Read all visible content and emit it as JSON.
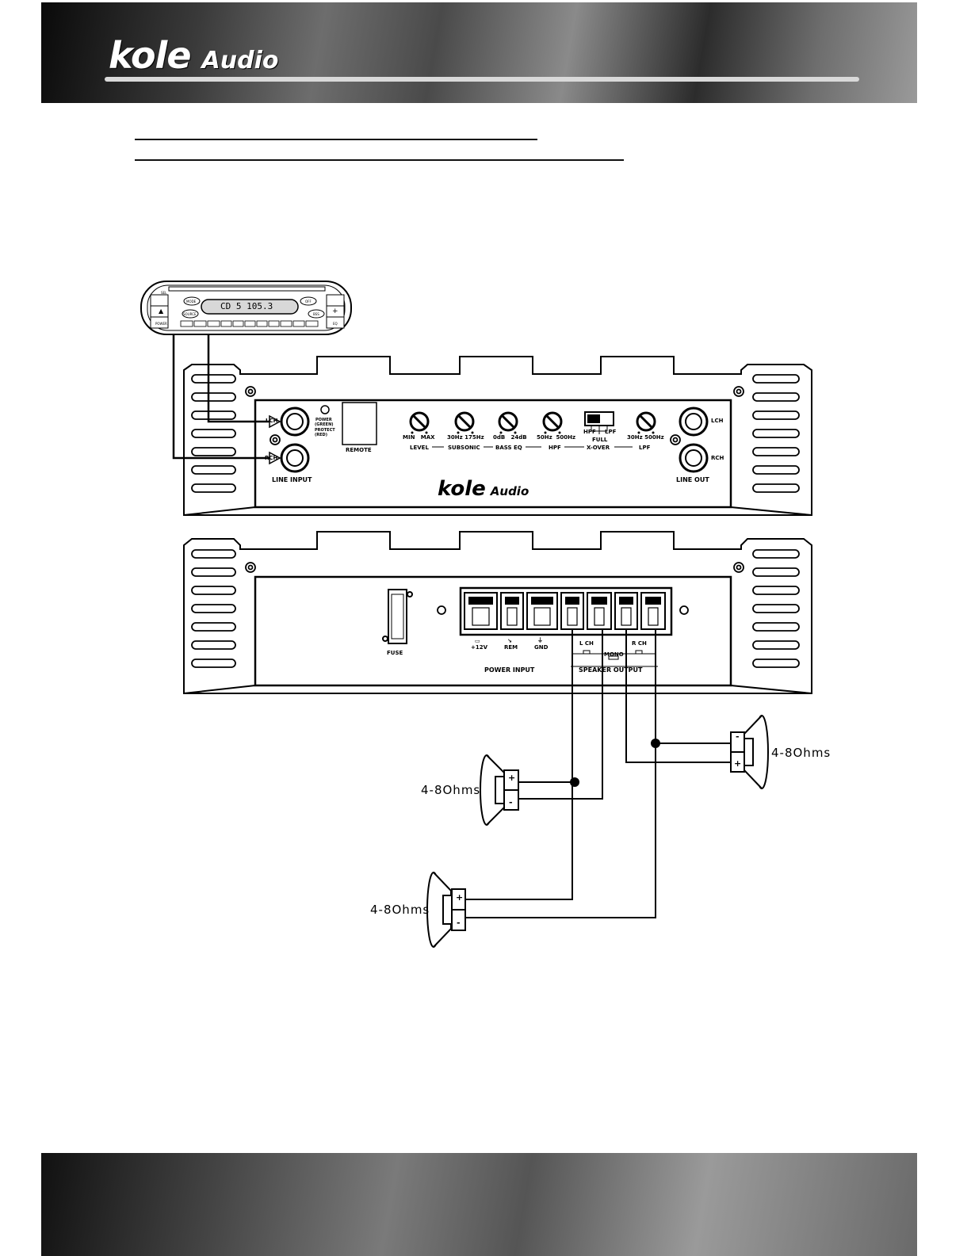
{
  "header": {
    "brand_main": "kole",
    "brand_sub": "Audio"
  },
  "head_unit": {
    "display": "CD 5   105.3",
    "buttons": {
      "sel": "SEL",
      "mode": "MODE",
      "source": "SOURCE",
      "off": "OFF",
      "eq": "EQ",
      "power": "POWER",
      "bass": "BSS"
    }
  },
  "amp_front": {
    "lch": "LCH",
    "rch": "RCH",
    "power_led": "POWER",
    "green": "(GREEN)",
    "protect": "PROTECT",
    "red": "(RED)",
    "remote": "REMOTE",
    "line_input": "LINE INPUT",
    "line_out": "LINE OUT",
    "out_lch": "LCH",
    "out_rch": "RCH",
    "knobs": [
      {
        "range": "MIN   MAX",
        "name": "LEVEL"
      },
      {
        "range": "30Hz 175Hz",
        "name": "SUBSONIC"
      },
      {
        "range": "0dB   24dB",
        "name": "BASS EQ"
      },
      {
        "range": "50Hz  500Hz",
        "name": "HPF"
      },
      {
        "range": "30Hz 500Hz",
        "name": "LPF"
      }
    ],
    "xover": {
      "hpf": "HPF",
      "lpf": "LPF",
      "full": "FULL",
      "name": "X-OVER"
    },
    "logo_main": "kole",
    "logo_sub": "Audio"
  },
  "amp_rear": {
    "fuse": "FUSE",
    "terminals": {
      "v12": "+12V",
      "rem": "REM",
      "gnd": "GND",
      "lch": "L CH",
      "rch": "R CH",
      "mono": "MONO"
    },
    "power_input": "POWER INPUT",
    "speaker_output": "SPEAKER OUTPUT"
  },
  "speakers": [
    {
      "label": "4-8Ohms"
    },
    {
      "label": "4-8Ohms"
    },
    {
      "label": "4-8Ohms"
    }
  ]
}
